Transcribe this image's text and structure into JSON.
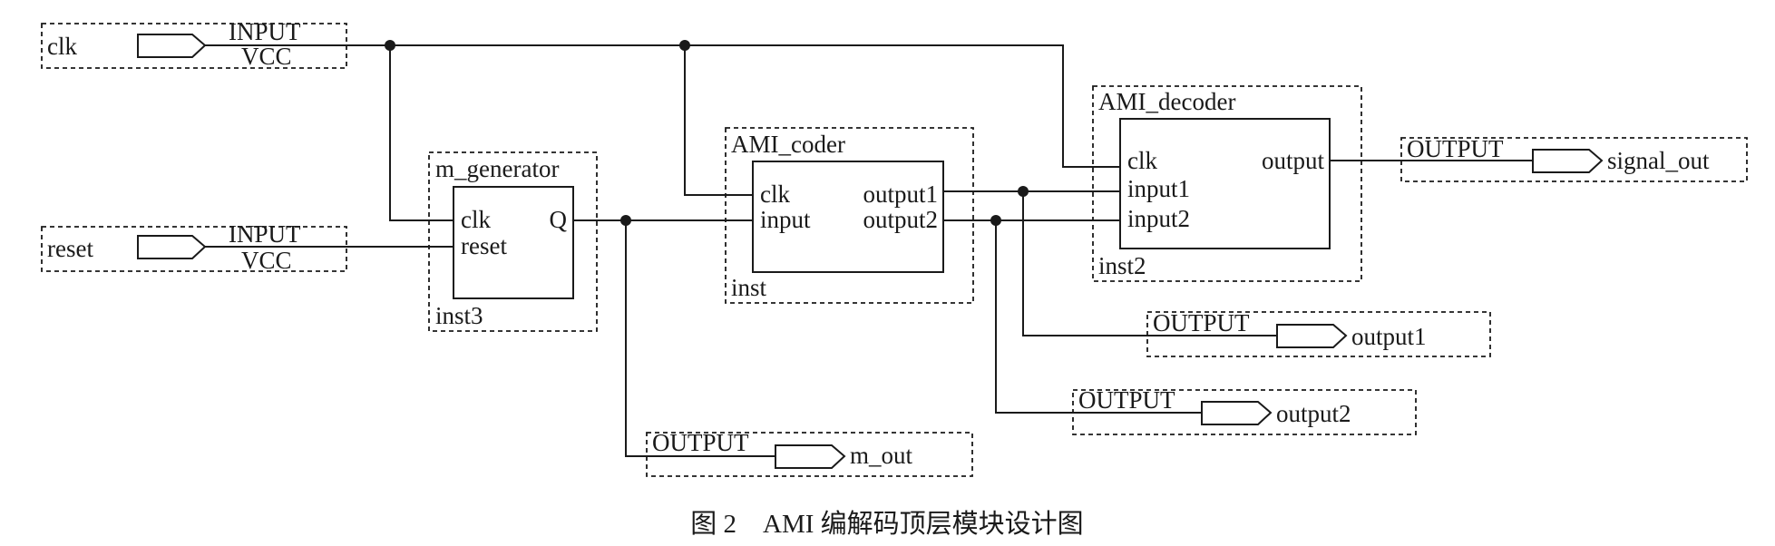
{
  "inputs": [
    {
      "name": "clk",
      "type": "INPUT",
      "value": "VCC"
    },
    {
      "name": "reset",
      "type": "INPUT",
      "value": "VCC"
    }
  ],
  "m_generator": {
    "title": "m_generator",
    "instance": "inst3",
    "ports_in": [
      "clk",
      "reset"
    ],
    "ports_out": [
      "Q"
    ]
  },
  "ami_coder": {
    "title": "AMI_coder",
    "instance": "inst",
    "ports_in": [
      "clk",
      "input"
    ],
    "ports_out": [
      "output1",
      "output2"
    ]
  },
  "ami_decoder": {
    "title": "AMI_decoder",
    "instance": "inst2",
    "ports_in": [
      "clk",
      "input1",
      "input2"
    ],
    "ports_out": [
      "output"
    ]
  },
  "outputs": [
    {
      "type": "OUTPUT",
      "name": "signal_out"
    },
    {
      "type": "OUTPUT",
      "name": "output1"
    },
    {
      "type": "OUTPUT",
      "name": "output2"
    },
    {
      "type": "OUTPUT",
      "name": "m_out"
    }
  ],
  "caption": "图 2　AMI 编解码顶层模块设计图"
}
